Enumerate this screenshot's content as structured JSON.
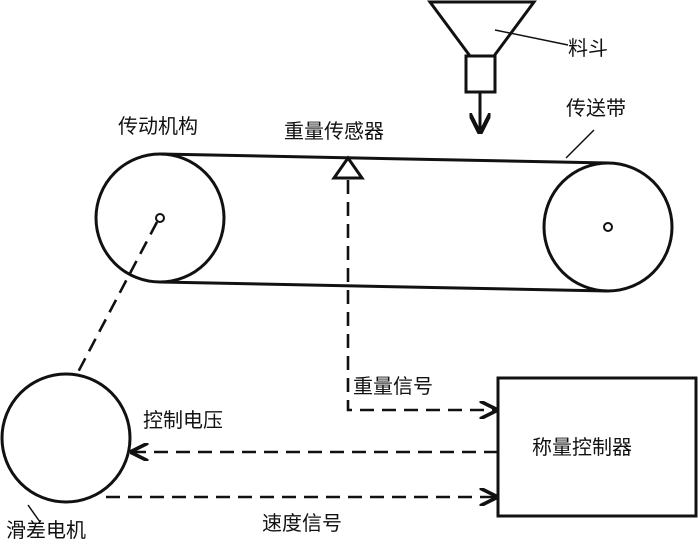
{
  "labels": {
    "hopper": "料斗",
    "transmission": "传动机构",
    "weight_sensor": "重量传感器",
    "conveyor_belt": "传送带",
    "weight_signal": "重量信号",
    "control_voltage": "控制电压",
    "weighing_controller": "称量控制器",
    "speed_signal": "速度信号",
    "slip_motor": "滑差电机"
  },
  "colors": {
    "ink": "#111111",
    "background": "#ffffff"
  }
}
